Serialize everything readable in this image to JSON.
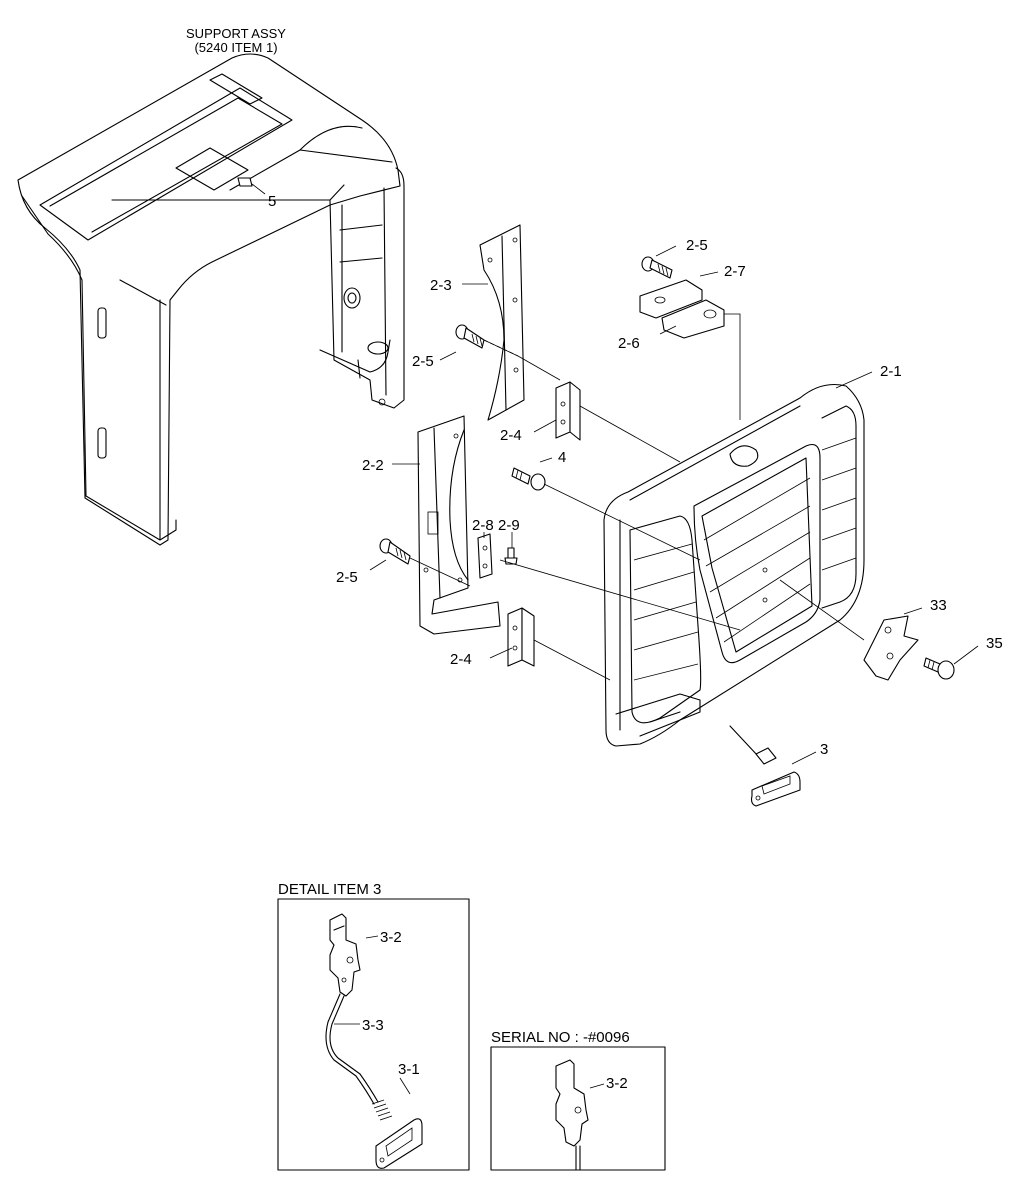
{
  "header": {
    "line1": "SUPPORT ASSY",
    "line2": "(5240 ITEM 1)"
  },
  "labels": {
    "l5": "5",
    "l2_3": "2-3",
    "l2_5a": "2-5",
    "l2_5b": "2-5",
    "l2_5c": "2-5",
    "l2_7": "2-7",
    "l2_6": "2-6",
    "l2_1": "2-1",
    "l2_4a": "2-4",
    "l2_4b": "2-4",
    "l2_2": "2-2",
    "l4": "4",
    "l2_8": "2-8",
    "l2_9": "2-9",
    "l33": "33",
    "l35": "35",
    "l3": "3"
  },
  "detail": {
    "title": "DETAIL ITEM 3",
    "l3_2": "3-2",
    "l3_3": "3-3",
    "l3_1": "3-1"
  },
  "serial": {
    "title": "SERIAL NO : -#0096",
    "l3_2": "3-2"
  }
}
